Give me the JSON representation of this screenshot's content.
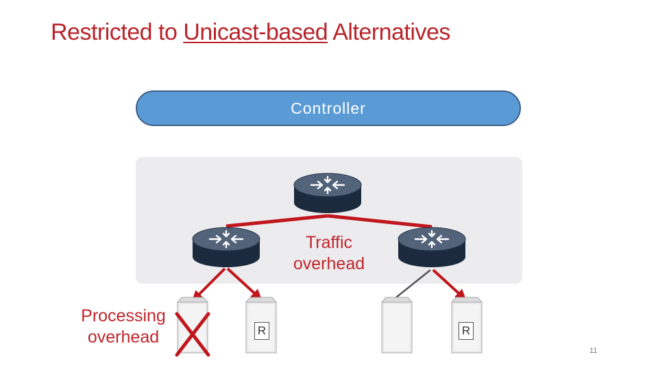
{
  "title": {
    "part1": "Restricted to ",
    "part2": "Unicast-based",
    "part3": " Alternatives"
  },
  "controller": {
    "label": "Controller"
  },
  "labels": {
    "traffic": [
      "Traffic",
      "overhead"
    ],
    "processing": [
      "Processing",
      "overhead"
    ]
  },
  "receiver_label": "R",
  "page_number": "11",
  "colors": {
    "title": "#b8242a",
    "controller_fill": "#5b9bd5",
    "controller_border": "#3f5f86",
    "link_red": "#c0161c",
    "network_background": "#ececef"
  },
  "icons": {
    "router": "router-icon",
    "host": "server-icon",
    "cross": "x-mark-icon"
  }
}
